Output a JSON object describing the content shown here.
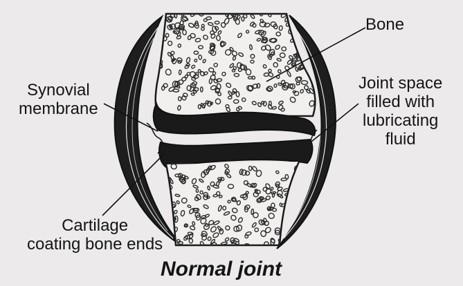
{
  "labels": {
    "bone": "Bone",
    "synovial_line1": "Synovial",
    "synovial_line2": "membrane",
    "joint_line1": "Joint space",
    "joint_line2": "filled with",
    "joint_line3": "lubricating",
    "joint_line4": "fluid",
    "cartilage_line1": "Cartilage",
    "cartilage_line2": "coating bone ends"
  },
  "title": "Normal joint",
  "colors": {
    "background": "#eceaea",
    "ink": "#151515"
  }
}
